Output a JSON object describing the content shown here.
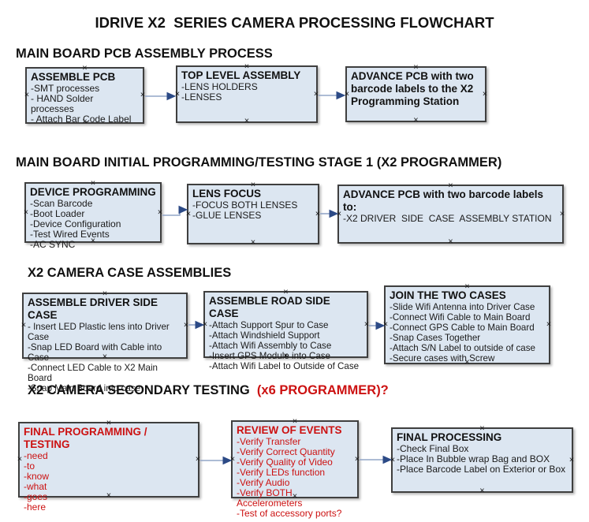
{
  "title": "IDRIVE X2  SERIES CAMERA PROCESSING FLOWCHART",
  "colors": {
    "box-fill": "#dce6f1",
    "box-border": "#3f3f3f",
    "arrow-line": "#92a5c7",
    "arrow-head": "#2c4a86",
    "red-text": "#cc1111",
    "ink": "#111111"
  },
  "sections": [
    {
      "heading": "MAIN BOARD PCB ASSEMBLY PROCESS",
      "boxes": [
        {
          "title": "ASSEMBLE PCB",
          "items": [
            "-SMT processes",
            "- HAND Solder processes",
            "- Attach Bar Code Label"
          ]
        },
        {
          "title": "TOP LEVEL ASSEMBLY",
          "items": [
            "-LENS HOLDERS",
            "-LENSES"
          ]
        },
        {
          "title": "ADVANCE PCB with two barcode labels to the X2 Programming Station",
          "items": []
        }
      ]
    },
    {
      "heading": "MAIN BOARD INITIAL PROGRAMMING/TESTING STAGE 1 (X2 PROGRAMMER)",
      "boxes": [
        {
          "title": "DEVICE PROGRAMMING",
          "items": [
            "-Scan Barcode",
            "-Boot Loader",
            "-Device Configuration",
            "-Test Wired Events",
            "-AC SYNC"
          ]
        },
        {
          "title": "LENS FOCUS",
          "items": [
            "-FOCUS BOTH LENSES",
            "-GLUE LENSES"
          ]
        },
        {
          "title": "ADVANCE PCB with two barcode labels to:",
          "items": [
            "-X2 DRIVER  SIDE  CASE  ASSEMBLY STATION"
          ]
        }
      ]
    },
    {
      "heading": "X2 CAMERA CASE ASSEMBLIES",
      "boxes": [
        {
          "title": "ASSEMBLE DRIVER SIDE CASE",
          "items": [
            "- Insert LED Plastic lens into Driver Case",
            "-Snap LED Board with Cable into Case",
            "-Connect LED Cable to X2 Main Board",
            "-Snap Main Board into case"
          ]
        },
        {
          "title": "ASSEMBLE ROAD SIDE CASE",
          "items": [
            "-Attach Support Spur to Case",
            "-Attach Windshield Support",
            "-Attach Wifi Assembly to Case",
            "-Insert GPS Module into Case",
            "-Attach Wifi Label to Outside of Case"
          ]
        },
        {
          "title": "JOIN THE TWO CASES",
          "items": [
            "-Slide Wifi Antenna into Driver Case",
            "-Connect Wifi Cable to Main Board",
            "-Connect GPS Cable to Main Board",
            "-Snap Cases Together",
            "-Attach S/N Label to outside of case",
            "-Secure cases with Screw"
          ]
        }
      ]
    },
    {
      "heading": "X2 CAMERA SECONDARY TESTING ",
      "heading_suffix": " (x6 PROGRAMMER)?",
      "boxes": [
        {
          "title": "FINAL PROGRAMMING / TESTING",
          "items": [
            "-need",
            "-to",
            "-know",
            "-what",
            "-goes",
            "-here"
          ]
        },
        {
          "title": "REVIEW OF EVENTS",
          "items": [
            "-Verify Transfer",
            "-Verify Correct Quantity",
            "-Verify Quality of Video",
            "-Verify LEDs function",
            "-Verify Audio",
            "-Verify BOTH Accelerometers",
            "-Test of accessory ports?"
          ]
        },
        {
          "title": "FINAL PROCESSING",
          "items": [
            "-Check Final Box",
            "-Place In Bubble wrap Bag and BOX",
            "-Place Barcode Label on Exterior or Box"
          ]
        }
      ]
    }
  ]
}
